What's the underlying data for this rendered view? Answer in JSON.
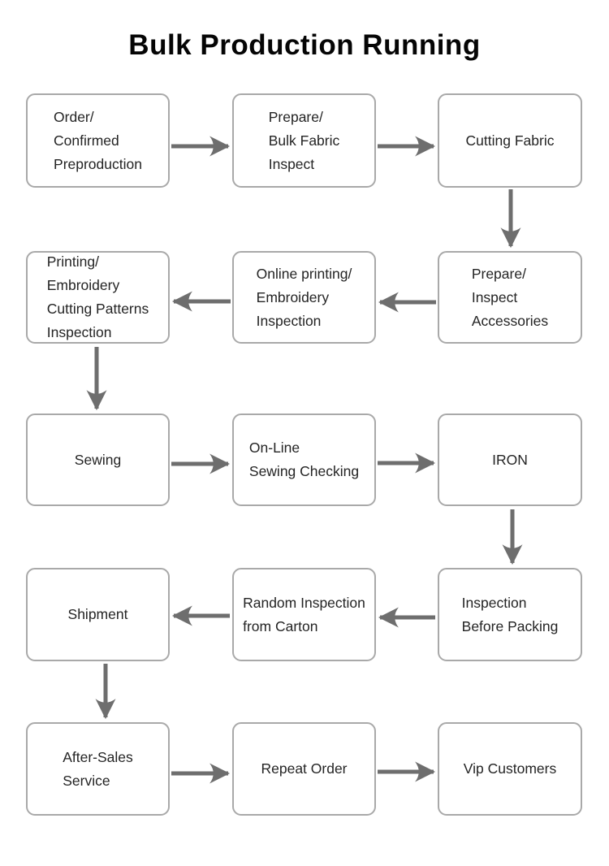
{
  "title": "Bulk Production Running",
  "colors": {
    "background": "#ffffff",
    "box_border": "#a9a9a9",
    "box_text": "#242424",
    "arrow": "#6e6e6e",
    "title_text": "#050505"
  },
  "boxes": [
    {
      "id": "order-confirmed-preproduction",
      "label": "Order/\nConfirmed\nPreproduction"
    },
    {
      "id": "prepare-bulk-fabric-inspect",
      "label": "Prepare/\nBulk Fabric\nInspect"
    },
    {
      "id": "cutting-fabric",
      "label": "Cutting Fabric"
    },
    {
      "id": "printing-embroidery-cutting-patterns-inspection",
      "label": "Printing/\nEmbroidery\nCutting Patterns\nInspection"
    },
    {
      "id": "online-printing-embroidery-inspection",
      "label": "Online printing/\nEmbroidery\nInspection"
    },
    {
      "id": "prepare-inspect-accessories",
      "label": "Prepare/\nInspect\nAccessories"
    },
    {
      "id": "sewing",
      "label": "Sewing"
    },
    {
      "id": "on-line-sewing-checking",
      "label": "On-Line\nSewing Checking"
    },
    {
      "id": "iron",
      "label": "IRON"
    },
    {
      "id": "shipment",
      "label": "Shipment"
    },
    {
      "id": "random-inspection-from-carton",
      "label": "Random Inspection\nfrom Carton"
    },
    {
      "id": "inspection-before-packing",
      "label": "Inspection\nBefore Packing"
    },
    {
      "id": "after-sales-service",
      "label": "After-Sales\nService"
    },
    {
      "id": "repeat-order",
      "label": "Repeat Order"
    },
    {
      "id": "vip-customers",
      "label": "Vip Customers"
    }
  ],
  "edges": [
    {
      "from": "order-confirmed-preproduction",
      "to": "prepare-bulk-fabric-inspect"
    },
    {
      "from": "prepare-bulk-fabric-inspect",
      "to": "cutting-fabric"
    },
    {
      "from": "cutting-fabric",
      "to": "prepare-inspect-accessories"
    },
    {
      "from": "prepare-inspect-accessories",
      "to": "online-printing-embroidery-inspection"
    },
    {
      "from": "online-printing-embroidery-inspection",
      "to": "printing-embroidery-cutting-patterns-inspection"
    },
    {
      "from": "printing-embroidery-cutting-patterns-inspection",
      "to": "sewing"
    },
    {
      "from": "sewing",
      "to": "on-line-sewing-checking"
    },
    {
      "from": "on-line-sewing-checking",
      "to": "iron"
    },
    {
      "from": "iron",
      "to": "inspection-before-packing"
    },
    {
      "from": "inspection-before-packing",
      "to": "random-inspection-from-carton"
    },
    {
      "from": "random-inspection-from-carton",
      "to": "shipment"
    },
    {
      "from": "shipment",
      "to": "after-sales-service"
    },
    {
      "from": "after-sales-service",
      "to": "repeat-order"
    },
    {
      "from": "repeat-order",
      "to": "vip-customers"
    }
  ]
}
